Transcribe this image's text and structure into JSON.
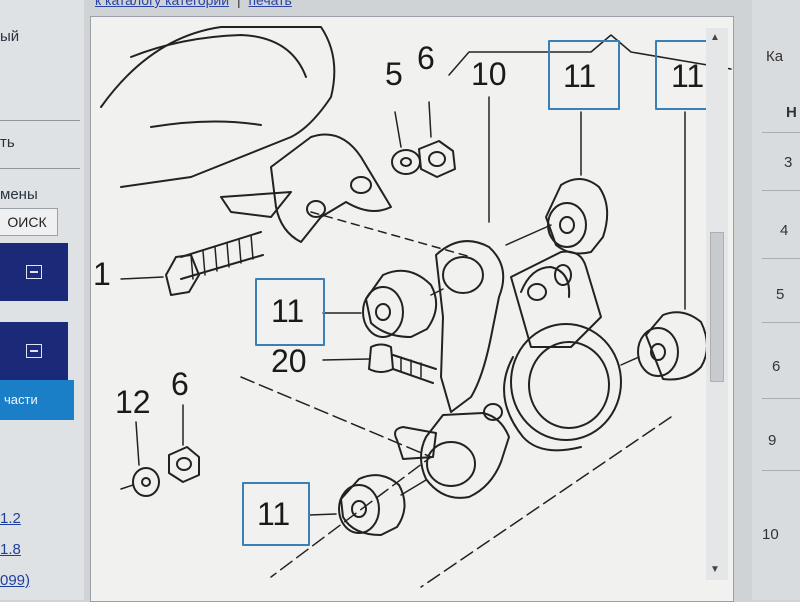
{
  "sidebar": {
    "text_top": "ый",
    "text_mid": "ть",
    "text_replace": "мены",
    "search_button": "ОИСК",
    "parts_label": "части",
    "links": [
      "1.2",
      "1.8",
      "099)"
    ]
  },
  "topstrip": {
    "link_categories": "к каталогу категорий",
    "separator": "|",
    "link_print": "печать"
  },
  "diagram": {
    "callouts": {
      "c1": "1",
      "c5": "5",
      "c6_top": "6",
      "c10": "10",
      "c11_top_left": "11",
      "c11_top_right": "11",
      "c11_mid": "11",
      "c11_bottom": "11",
      "c20": "20",
      "c12": "12",
      "c6_bottom": "6"
    },
    "frame_color": "#3a7fb5"
  },
  "scrollbar": {
    "up_arrow": "▲",
    "down_arrow": "▼"
  },
  "right_panel": {
    "header_k": "Ка",
    "header_h": "Н",
    "rows": [
      "3",
      "4",
      "5",
      "6",
      "9",
      "10"
    ]
  }
}
